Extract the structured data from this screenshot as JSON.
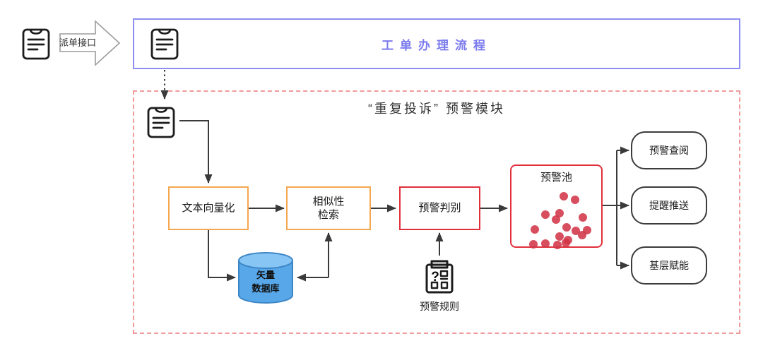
{
  "colors": {
    "blueBorder": "#8E8EF0",
    "blueText": "#7B7BEE",
    "orange": "#F5A750",
    "red": "#E1303B",
    "pink": "#F09A9A",
    "dot": "#D23648",
    "cylBody": "#57A7E9",
    "cylTop": "#86C5F4",
    "cylStroke": "#3D86C6",
    "line": "#3A3A3A"
  },
  "header": {
    "dispatch_label": "派单接口",
    "process_title": "工单办理流程"
  },
  "module": {
    "title": "“重复投诉” 预警模块",
    "steps": {
      "vectorize": "文本向量化",
      "similarity_line1": "相似性",
      "similarity_line2": "检索",
      "judge": "预警判别",
      "pool_title": "预警池"
    },
    "database": {
      "line1": "矢量",
      "line2": "数据库"
    },
    "rules": {
      "label": "预警规则",
      "icon_glyph": "?"
    },
    "outputs": [
      "预警查阅",
      "提醒推送",
      "基层赋能"
    ],
    "pool_dots": [
      [
        74,
        43
      ],
      [
        90,
        48
      ],
      [
        48,
        69
      ],
      [
        68,
        67
      ],
      [
        63,
        76
      ],
      [
        101,
        73
      ],
      [
        33,
        90
      ],
      [
        78,
        87
      ],
      [
        91,
        92
      ],
      [
        107,
        91
      ],
      [
        100,
        98
      ],
      [
        68,
        100
      ],
      [
        80,
        105
      ],
      [
        31,
        111
      ],
      [
        48,
        110
      ],
      [
        65,
        112
      ],
      [
        77,
        109
      ]
    ]
  }
}
